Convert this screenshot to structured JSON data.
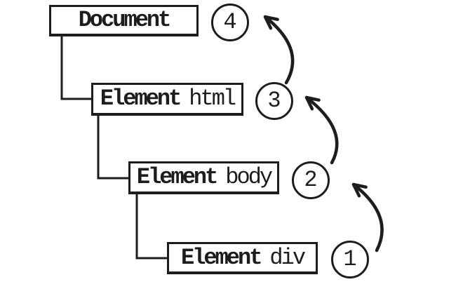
{
  "diagram": {
    "background_color": "#ffffff",
    "ink_color": "#1d1d1d",
    "nodes": [
      {
        "id": "document",
        "type_label": "Document",
        "tag_label": "",
        "step": "4"
      },
      {
        "id": "element-html",
        "type_label": "Element",
        "tag_label": "html",
        "step": "3"
      },
      {
        "id": "element-body",
        "type_label": "Element",
        "tag_label": "body",
        "step": "2"
      },
      {
        "id": "element-div",
        "type_label": "Element",
        "tag_label": "div",
        "step": "1"
      }
    ]
  }
}
